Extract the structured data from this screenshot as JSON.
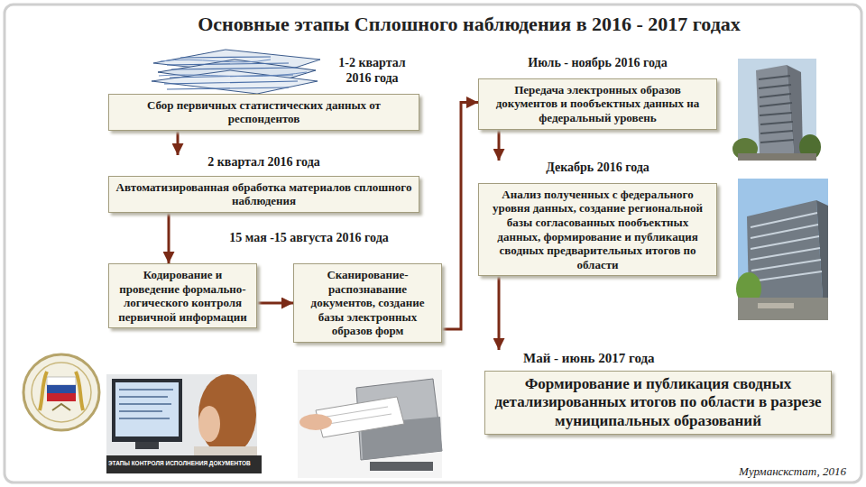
{
  "diagram": {
    "title": "Основные этапы Сплошного наблюдения в 2016 - 2017 годах",
    "caption": "Мурманскстат, 2016",
    "nodes": [
      {
        "text": [
          "1-2 квартал 2016 года",
          "Сбор первичных статистических данных от респондентов"
        ]
      },
      {
        "text": [
          "2 квартал 2016 года",
          "Автоматизированная обработка материалов сплошного наблюдения"
        ]
      },
      {
        "text": [
          "Кодирование и проведение формально-логического контроля первичной информации"
        ]
      },
      {
        "text": [
          "Сканирование-распознавание документов, создание базы электронных образов форм"
        ]
      },
      {
        "text": [
          "Июль - ноябрь 2016 года",
          "Передача электронных образов документов и пообъектных данных на федеральный уровень"
        ]
      },
      {
        "text": [
          "Декабрь 2016 года",
          "Анализ полученных с федерального уровня данных, создание региональной базы согласованных пообъектных данных, формирование и публикация сводных предварительных итогов по области"
        ]
      },
      {
        "text": [
          "Май - июнь 2017 года",
          "Формирование и публикация сводных детализированных итогов по области в разрезе муниципальных образований"
        ]
      }
    ],
    "edges": [
      {
        "from": 0,
        "to": 1,
        "arrow": "to"
      },
      {
        "from": 1,
        "to": 2,
        "arrow": "to"
      },
      {
        "from": 2,
        "to": 3,
        "arrow": "to"
      },
      {
        "from": 3,
        "to": 4,
        "arrow": "to"
      },
      {
        "from": 4,
        "to": 5,
        "arrow": "to"
      },
      {
        "from": 5,
        "to": 6,
        "arrow": "to"
      }
    ],
    "labels": [
      "15 мая -15 августа 2016 года",
      "ЭТАПЫ КОНТРОЛЯ ИСПОЛНЕНИЯ ДОКУМЕНТОВ"
    ]
  }
}
